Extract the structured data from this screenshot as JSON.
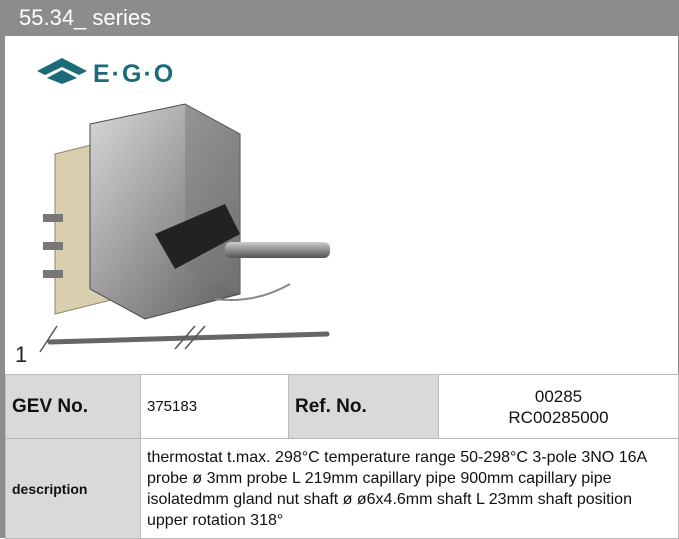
{
  "header": {
    "title": "55.34_ series"
  },
  "brand": {
    "logo_text": "E·G·O",
    "logo_color": "#1b6b78"
  },
  "figure": {
    "number": "1",
    "icon": "thermostat-product-photo"
  },
  "specs": {
    "gev_label": "GEV No.",
    "gev_value": "375183",
    "ref_label": "Ref. No.",
    "ref_value_line1": "00285",
    "ref_value_line2": "RC00285000",
    "description_label": "description",
    "description_value": "thermostat  t.max. 298°C temperature range 50-298°C 3-pole 3NO 16A probe ø 3mm probe L 219mm capillary pipe 900mm capillary pipe isolatedmm gland nut shaft ø ø6x4.6mm shaft L 23mm shaft position upper rotation 318°"
  },
  "colors": {
    "header_bg": "#8c8c8c",
    "label_bg": "#d9d9d9"
  }
}
